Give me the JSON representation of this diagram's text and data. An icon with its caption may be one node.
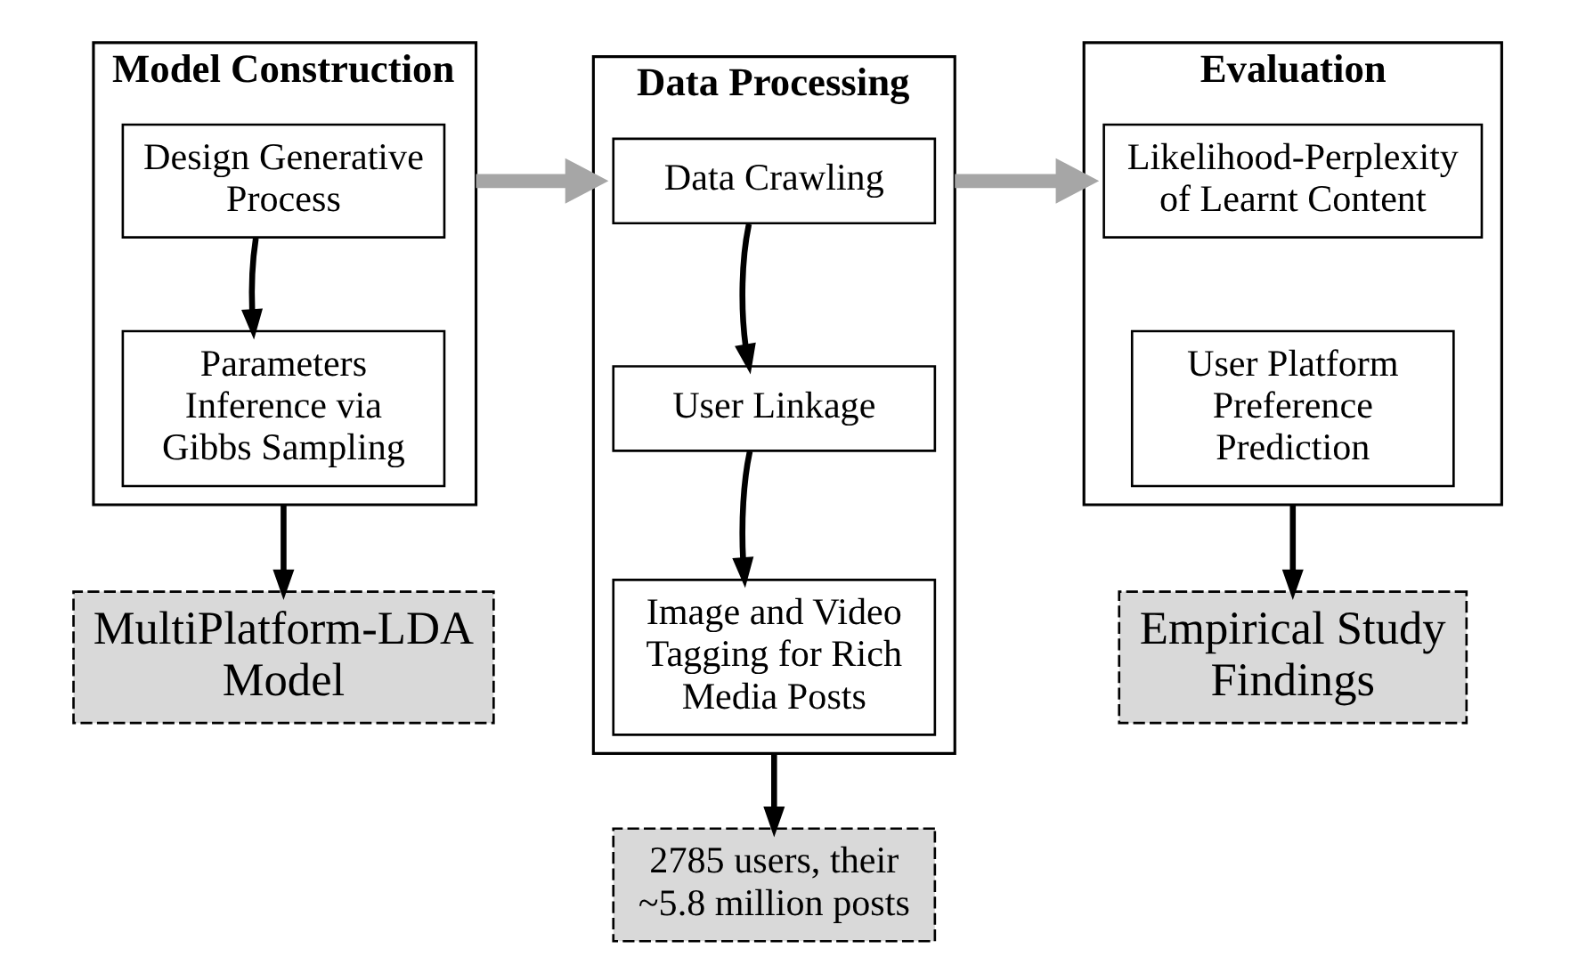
{
  "diagram": {
    "nodes": [
      {
        "text": [
          "Model Construction"
        ]
      },
      {
        "text": [
          "Design Generative Process"
        ],
        "in": 0
      },
      {
        "text": [
          "Parameters Inference via Gibbs Sampling"
        ],
        "in": 0
      },
      {
        "text": [
          "Data Processing"
        ]
      },
      {
        "text": [
          "Data Crawling"
        ],
        "in": 3
      },
      {
        "text": [
          "User Linkage"
        ],
        "in": 3
      },
      {
        "text": [
          "Image and Video Tagging for Rich Media Posts"
        ],
        "in": 3
      },
      {
        "text": [
          "Evaluation"
        ]
      },
      {
        "text": [
          "Likelihood-Perplexity of Learnt Content"
        ],
        "in": 7
      },
      {
        "text": [
          "User Platform Preference Prediction"
        ],
        "in": 7
      },
      {
        "text": [
          "MultiPlatform-LDA Model"
        ]
      },
      {
        "text": [
          "2785 users, their ~5.8 million posts"
        ]
      },
      {
        "text": [
          "Empirical Study Findings"
        ]
      }
    ],
    "edges": [
      {
        "from": 1,
        "to": 2,
        "arrow": "to"
      },
      {
        "from": 4,
        "to": 5,
        "arrow": "to"
      },
      {
        "from": 5,
        "to": 6,
        "arrow": "to"
      },
      {
        "from": 0,
        "to": 3,
        "arrow": "to",
        "style": "thick",
        "color": "#a6a6a6"
      },
      {
        "from": 3,
        "to": 7,
        "arrow": "to",
        "style": "thick",
        "color": "#a6a6a6"
      },
      {
        "from": 0,
        "to": 10,
        "arrow": "to"
      },
      {
        "from": 3,
        "to": 11,
        "arrow": "to"
      },
      {
        "from": 7,
        "to": 12,
        "arrow": "to"
      }
    ]
  }
}
